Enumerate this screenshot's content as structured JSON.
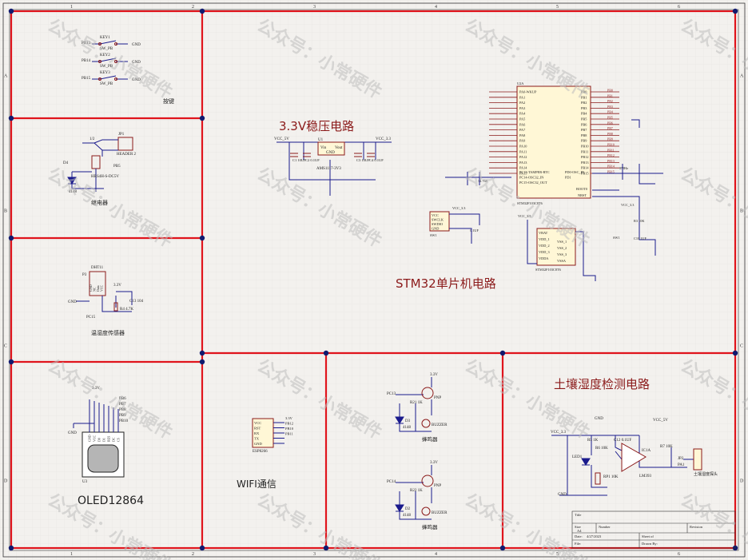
{
  "colors": {
    "frame": "#e0141c",
    "wire": "#1a1a8c",
    "comp": "#8b1a1a",
    "text": "#222",
    "bg": "#f3f1ee",
    "grid": "#d9d6d2",
    "junction": "#101a6e",
    "watermark": "#bdbdbd",
    "dark": "#111"
  },
  "watermark_text": "公众号：小常硬件",
  "border": {
    "cols": [
      "1",
      "2",
      "3",
      "4",
      "5",
      "6"
    ],
    "rows": [
      "A",
      "B",
      "C",
      "D"
    ]
  },
  "titles": {
    "regulator": "3.3V稳压电路",
    "mcu": "STM32单片机电路",
    "soil": "土壤湿度检测电路",
    "oled": "OLED12864",
    "wifi": "WIFI通信",
    "keys": "按键",
    "relay": "继电器",
    "dht": "温湿度传感器",
    "buzzer1": "蜂鸣器",
    "buzzer2": "蜂鸣器"
  },
  "keys": {
    "items": [
      {
        "ref": "KEY1",
        "part": "SW_PB",
        "net": "PB13",
        "gnd": "GND"
      },
      {
        "ref": "KEY2",
        "part": "SW_PB",
        "net": "PB14",
        "gnd": "GND"
      },
      {
        "ref": "KEY3",
        "part": "SW_PB",
        "net": "PB15",
        "gnd": "GND"
      }
    ]
  },
  "relay": {
    "ref": "JP1",
    "part": "HEADER 2",
    "coil": "1/2",
    "pin": "3",
    "diode": "D4",
    "diode_part": "4148",
    "transistor": "HRS4H-S-DC5V",
    "net": "PB5",
    "net2": "PC5"
  },
  "regulator": {
    "vin": "VCC_5V",
    "vout": "VCC_3.3",
    "ref": "U1",
    "part": "AMS1117-3V3",
    "vin_pin": "Vin",
    "vout_pin": "Vout",
    "gnd": "GND",
    "caps": [
      "C1 10UF",
      "C2 0.1UF",
      "C3 10UF",
      "C4 0.1UF"
    ]
  },
  "mcu": {
    "ref": "U2A",
    "part": "STM32F103C8T6",
    "left_pins": [
      "PA0-WKUP",
      "PA1",
      "PA2",
      "PA3",
      "PA4",
      "PA5",
      "PA6",
      "PA7",
      "PA8",
      "PA9",
      "PA10",
      "PA11",
      "PA12",
      "PA13",
      "PA14",
      "PA15"
    ],
    "right_pins": [
      "PB0",
      "PB1",
      "PB2",
      "PB3",
      "PB4",
      "PB5",
      "PB6",
      "PB7",
      "PB8",
      "PB9",
      "PB10",
      "PB11",
      "PB12",
      "PB13",
      "PB14",
      "PB15"
    ],
    "osc_pins": [
      "PC13-TAMPER-RTC",
      "PC14-OSC32_IN",
      "PC15-OSC32_OUT"
    ],
    "osc_right": [
      "PD0-OSC_IN",
      "PD1"
    ],
    "boot": "BOOT0",
    "nrst": "NRST",
    "xtal": "8MHz",
    "xtal32": "32.768",
    "swd": {
      "ref": "SW1",
      "pins": [
        "VCC",
        "SWCLK",
        "SWDIO",
        "GND"
      ],
      "vcc": "VCC_3.3",
      "cap": "0.1UF"
    },
    "power": {
      "ref": "U2B",
      "vcc": "VCC_3.3",
      "pins_left": [
        "VBAT",
        "VDD_1",
        "VDD_2",
        "VDD_3",
        "VDDA"
      ],
      "pins_right": [
        "VSS_1",
        "VSS_2",
        "VSS_3",
        "VSSA"
      ],
      "part": "STM32F103C8T6"
    },
    "reset": {
      "sw": "SW1",
      "r": "R3 10K",
      "c": "C10 1UF",
      "vcc": "VCC_3.3"
    }
  },
  "dht": {
    "ref": "P3",
    "part": "DHT11",
    "pins": [
      "GND",
      "NC",
      "Data",
      "VCC"
    ],
    "r": "R4 4.7K",
    "cap": "C13 104",
    "vcc": "3.3V",
    "net": "PC15",
    "gnd": "GND"
  },
  "oled": {
    "ref": "U3",
    "vcc": "3.3V",
    "pins": [
      "GND",
      "VCC",
      "D0",
      "D1",
      "RES",
      "DC",
      "CS"
    ],
    "nets": [
      "PB6",
      "PB7",
      "PB8",
      "PB9",
      "PB10"
    ],
    "gnd": "GND"
  },
  "wifi": {
    "ref": "ESP8266",
    "pins": [
      "VCC",
      "RST",
      "RX",
      "TX",
      "GND"
    ],
    "nets": [
      "3.3V",
      "PB12",
      "PB10",
      "PB11"
    ]
  },
  "buzzers": [
    {
      "net": "PC13",
      "r": "R21 1K",
      "q": "Q1",
      "q_part": "PNP",
      "d": "D3",
      "d_part": "4148",
      "bz": "BUZZER",
      "vcc": "3.3V"
    },
    {
      "net": "PC14",
      "r": "R22 1K",
      "q": "Q2",
      "q_part": "PNP",
      "d": "D2",
      "d_part": "4148",
      "bz": "BUZZER",
      "vcc": "3.3V"
    }
  ],
  "soil": {
    "vcc": "VCC_5V",
    "vcc2": "VCC_3.3",
    "ic": "IC1A",
    "ic_part": "LM393",
    "led": "LED1",
    "rp": "RP1 10K",
    "r_list": [
      "R5 1K",
      "R6 10K",
      "R7 10K"
    ],
    "c": "C12 0.1UF",
    "conn": "土壤湿度探头",
    "conn_ref": "JP2",
    "net": "PA1",
    "gnd": "GND",
    "gnd2": "GND"
  },
  "title_block": {
    "title": "Title",
    "size_label": "Size",
    "size": "A4",
    "number_label": "Number",
    "revision_label": "Revision",
    "date_label": "Date:",
    "date": "4/27/2023",
    "sheet_label": "Sheet of",
    "file_label": "File:",
    "drawn_label": "Drawn By:"
  }
}
